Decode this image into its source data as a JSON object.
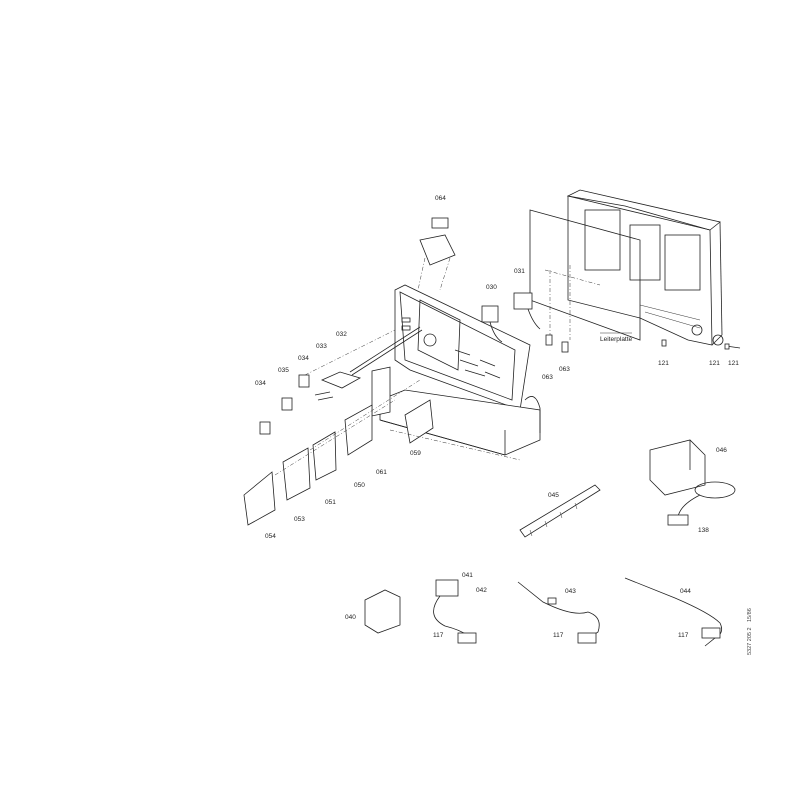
{
  "diagram": {
    "labels": {
      "p064": "064",
      "p030": "030",
      "p031": "031",
      "p032": "032",
      "p033": "033",
      "p034a": "034",
      "p034b": "034",
      "p035": "035",
      "p063a": "063",
      "p063b": "063",
      "leiterplatte": "Leiterplatte",
      "p121a": "121",
      "p121b": "121",
      "p121c": "121",
      "p046": "046",
      "p045": "045",
      "p138": "138",
      "p059": "059",
      "p061": "061",
      "p050": "050",
      "p051": "051",
      "p053": "053",
      "p054": "054",
      "p041": "041",
      "p042": "042",
      "p043": "043",
      "p044": "044",
      "p040": "040",
      "p117a": "117",
      "p117b": "117",
      "p117c": "117"
    },
    "drawing_number": "5327 205 2",
    "date_code": "15/86"
  }
}
